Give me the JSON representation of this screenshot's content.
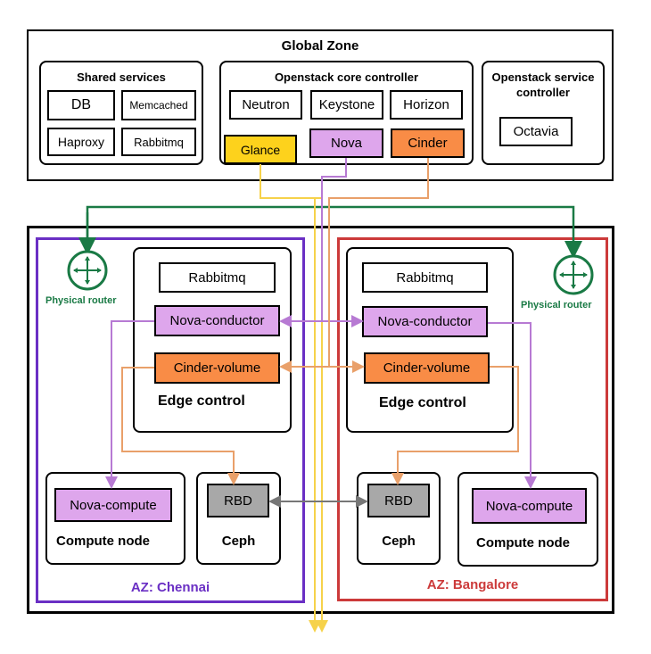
{
  "global_zone": {
    "title": "Global Zone",
    "shared_services": {
      "title": "Shared services",
      "items": [
        "DB",
        "Memcached",
        "Haproxy",
        "Rabbitmq"
      ]
    },
    "core_controller": {
      "title": "Openstack core controller",
      "items": [
        "Neutron",
        "Keystone",
        "Horizon",
        "Glance",
        "Nova",
        "Cinder"
      ]
    },
    "service_controller": {
      "title_line1": "Openstack service",
      "title_line2": "controller",
      "items": [
        "Octavia"
      ]
    }
  },
  "az_chennai": {
    "label": "AZ: Chennai",
    "router_label": "Physical router",
    "edge": {
      "rabbitmq": "Rabbitmq",
      "nova_conductor": "Nova-conductor",
      "cinder_volume": "Cinder-volume",
      "label": "Edge control"
    },
    "compute": {
      "service": "Nova-compute",
      "label": "Compute node"
    },
    "ceph": {
      "service": "RBD",
      "label": "Ceph"
    }
  },
  "az_bangalore": {
    "label": "AZ: Bangalore",
    "router_label": "Physical router",
    "edge": {
      "rabbitmq": "Rabbitmq",
      "nova_conductor": "Nova-conductor",
      "cinder_volume": "Cinder-volume",
      "label": "Edge control"
    },
    "compute": {
      "service": "Nova-compute",
      "label": "Compute node"
    },
    "ceph": {
      "service": "RBD",
      "label": "Ceph"
    }
  },
  "colors": {
    "nova": "#dea6ec",
    "cinder": "#f98c46",
    "glance": "#fdd21c",
    "rbd": "#a8a8a8",
    "router_green": "#1a7a45",
    "chennai_border": "#6a2fc4",
    "bangalore_border": "#cc3a3a",
    "glance_wire": "#f6d24a",
    "nova_wire": "#b77ad3",
    "cinder_wire": "#e9a06a",
    "rbd_wire": "#777777"
  },
  "icons": [
    "router-icon"
  ]
}
